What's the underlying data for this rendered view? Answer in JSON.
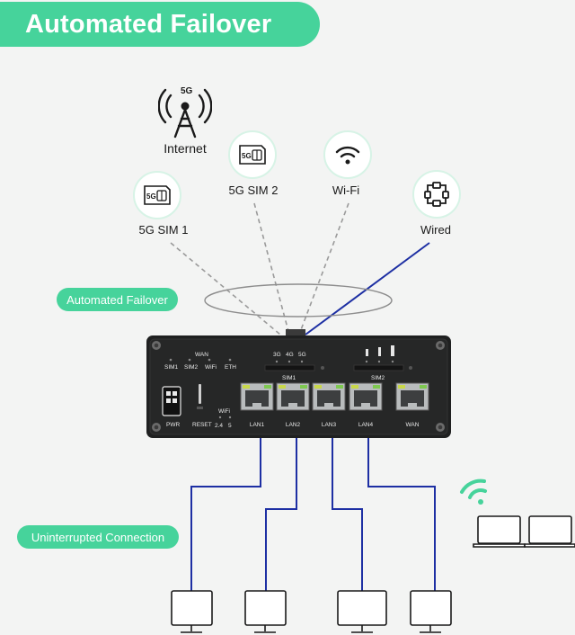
{
  "header": {
    "title": "Automated Failover"
  },
  "connections": {
    "internet_label": "Internet",
    "internet_badge": "5G",
    "sim1_label": "5G SIM 1",
    "sim2_label": "5G SIM 2",
    "wifi_label": "Wi-Fi",
    "wired_label": "Wired",
    "sim_card_text": "5G"
  },
  "badges": {
    "failover": "Automated Failover",
    "uninterrupted": "Uninterrupted Connection"
  },
  "device": {
    "left_labels": {
      "wan": "WAN",
      "sim1": "SIM1",
      "sim2": "SIM2",
      "wifi": "WiFi",
      "eth": "ETH"
    },
    "signal_labels": {
      "g3": "3G",
      "g4": "4G",
      "g5": "5G"
    },
    "slot1": "SIM1",
    "slot2": "SIM2",
    "pwr": "PWR",
    "reset": "RESET",
    "wifi_bands": {
      "title": "WiFi",
      "b24": "2.4",
      "b5": "5"
    },
    "ports": [
      "LAN1",
      "LAN2",
      "LAN3",
      "LAN4",
      "WAN"
    ]
  },
  "colors": {
    "accent_green": "#46d39b",
    "wired_line": "#1d2fa3",
    "dashed_line": "#9a9a9a",
    "device_body": "#1f2020"
  }
}
